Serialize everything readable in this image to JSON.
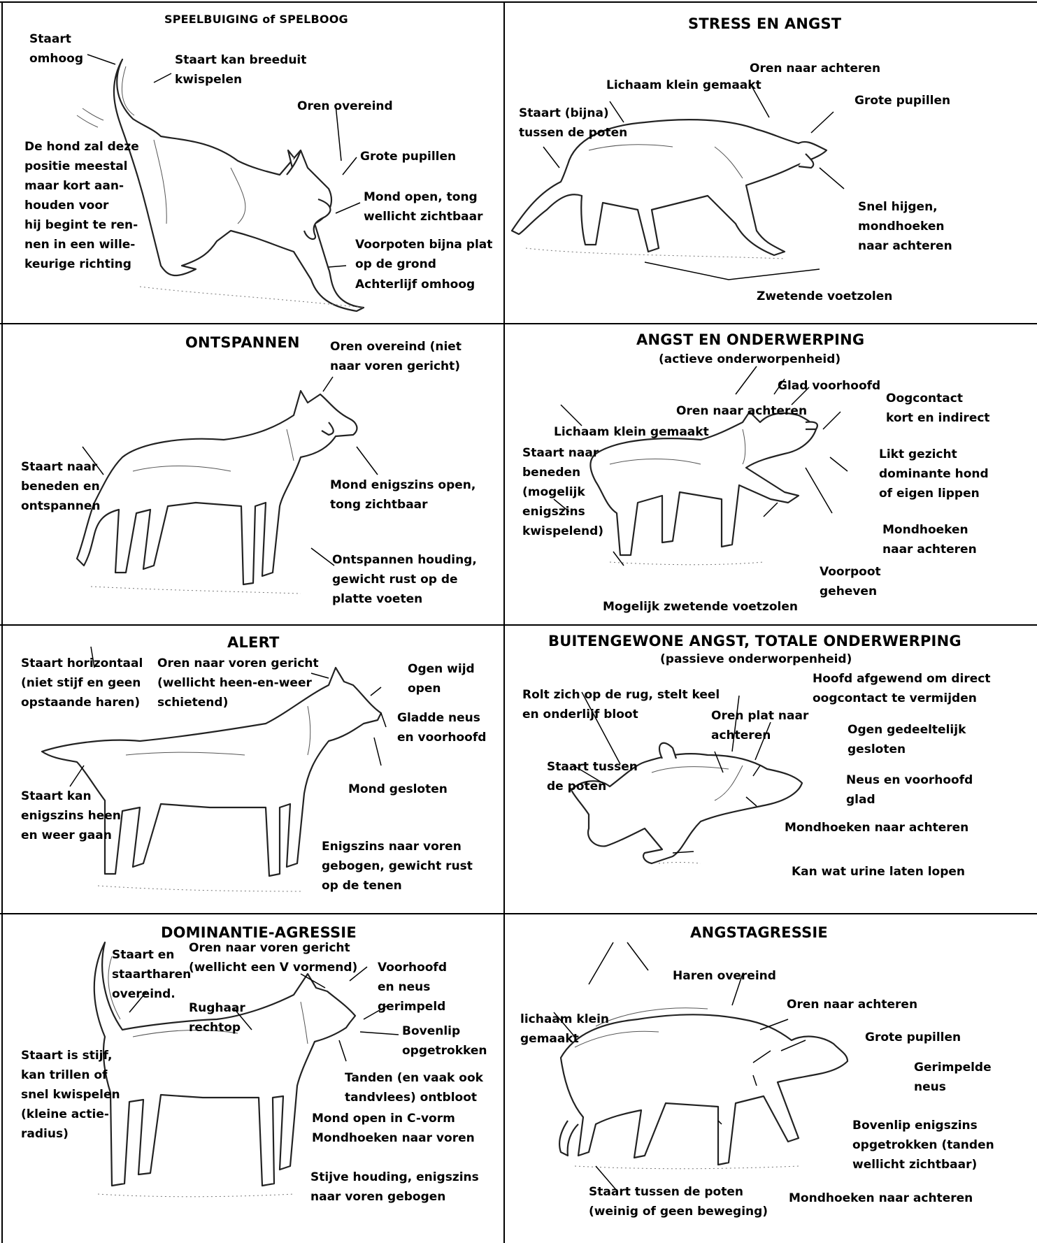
{
  "panels": {
    "play": {
      "title": "SPEELBUIGING of SPELBOOG",
      "labels": {
        "tail_up": "Staart\nomhoog",
        "tail_wag": "Staart kan breeduit\nkwispelen",
        "ears": "Oren overeind",
        "note": "De hond zal deze\npositie meestal\nmaar kort aan-\nhouden voor\nhij begint te ren-\nnen in een wille-\nkeurige richting",
        "pupils": "Grote pupillen",
        "mouth": "Mond open, tong\nwellicht zichtbaar",
        "front_legs": "Voorpoten bijna plat\nop de grond",
        "rear_up": "Achterlijf omhoog"
      }
    },
    "stress": {
      "title": "STRESS EN ANGST",
      "labels": {
        "body_small": "Lichaam klein gemaakt",
        "ears_back": "Oren naar achteren",
        "tail": "Staart (bijna)\ntussen de poten",
        "pupils": "Grote pupillen",
        "panting": "Snel hijgen,\nmondhoeken\nnaar achteren",
        "sweaty": "Zwetende voetzolen"
      }
    },
    "relaxed": {
      "title": "ONTSPANNEN",
      "labels": {
        "ears": "Oren overeind (niet\nnaar voren gericht)",
        "tail": "Staart naar\nbeneden en\nontspannen",
        "mouth": "Mond enigszins open,\ntong zichtbaar",
        "posture": "Ontspannen houding,\ngewicht rust op de\nplatte voeten"
      }
    },
    "submission": {
      "title": "ANGST EN ONDERWERPING",
      "subtitle": "(actieve onderworpenheid)",
      "labels": {
        "forehead": "Glad voorhoofd",
        "eye_contact": "Oogcontact\nkort en indirect",
        "ears_back": "Oren naar achteren",
        "body_small": "Lichaam klein gemaakt",
        "tail": "Staart naar\nbeneden\n(mogelijk\nenigszins\nkwispelend)",
        "licks": "Likt gezicht\ndominante hond\nof eigen lippen",
        "mouth_corners": "Mondhoeken\nnaar achteren",
        "paw": "Voorpoot\ngeheven",
        "sweaty": "Mogelijk zwetende voetzolen"
      }
    },
    "alert": {
      "title": "ALERT",
      "labels": {
        "tail": "Staart horizontaal\n(niet stijf en geen\nopstaande haren)",
        "ears": "Oren naar voren gericht\n(wellicht heen-en-weer\nschietend)",
        "eyes": "Ogen wijd\nopen",
        "nose": "Gladde neus\nen voorhoofd",
        "tail_move": "Staart kan\nenigszins heen\nen weer gaan",
        "mouth": "Mond gesloten",
        "posture": "Enigszins naar voren\ngebogen, gewicht rust\nop de tenen"
      }
    },
    "total": {
      "title": "BUITENGEWONE ANGST, TOTALE ONDERWERPING",
      "subtitle": "(passieve onderworpenheid)",
      "labels": {
        "rolls": "Rolt zich op de rug, stelt keel\nen onderlijf bloot",
        "head": "Hoofd afgewend om direct\noogcontact te vermijden",
        "ears": "Oren plat naar\nachteren",
        "eyes": "Ogen gedeeltelijk\ngesloten",
        "tail": "Staart tussen\nde poten",
        "nose": "Neus en voorhoofd\nglad",
        "mouth_corners": "Mondhoeken naar achteren",
        "urine": "Kan wat urine laten lopen"
      }
    },
    "dominance": {
      "title": "DOMINANTIE-AGRESSIE",
      "labels": {
        "tail_hair": "Staart en\nstaartharen\novereind.",
        "ears": "Oren naar voren gericht\n(wellicht een V vormend)",
        "forehead": "Voorhoofd\nen neus\ngerimpeld",
        "back_hair": "Rughaar\nrechtop",
        "upper_lip": "Bovenlip\nopgetrokken",
        "tail_stiff": "Staart is stijf,\nkan trillen of\nsnel kwispelen\n(kleine actie-\nradius)",
        "teeth": "Tanden (en vaak ook\ntandvlees) ontbloot",
        "mouth": "Mond open in C-vorm\nMondhoeken naar voren",
        "posture": "Stijve houding, enigszins\nnaar voren gebogen"
      }
    },
    "fear_aggr": {
      "title": "ANGSTAGRESSIE",
      "labels": {
        "hair": "Haren overeind",
        "ears_back": "Oren naar achteren",
        "body_small": "lichaam klein\ngemaakt",
        "pupils": "Grote pupillen",
        "nose": "Gerimpelde\nneus",
        "upper_lip": "Bovenlip enigszins\nopgetrokken (tanden\nwellicht zichtbaar)",
        "tail": "Staart tussen de poten\n(weinig of geen beweging)",
        "mouth_corners": "Mondhoeken naar achteren"
      }
    }
  }
}
